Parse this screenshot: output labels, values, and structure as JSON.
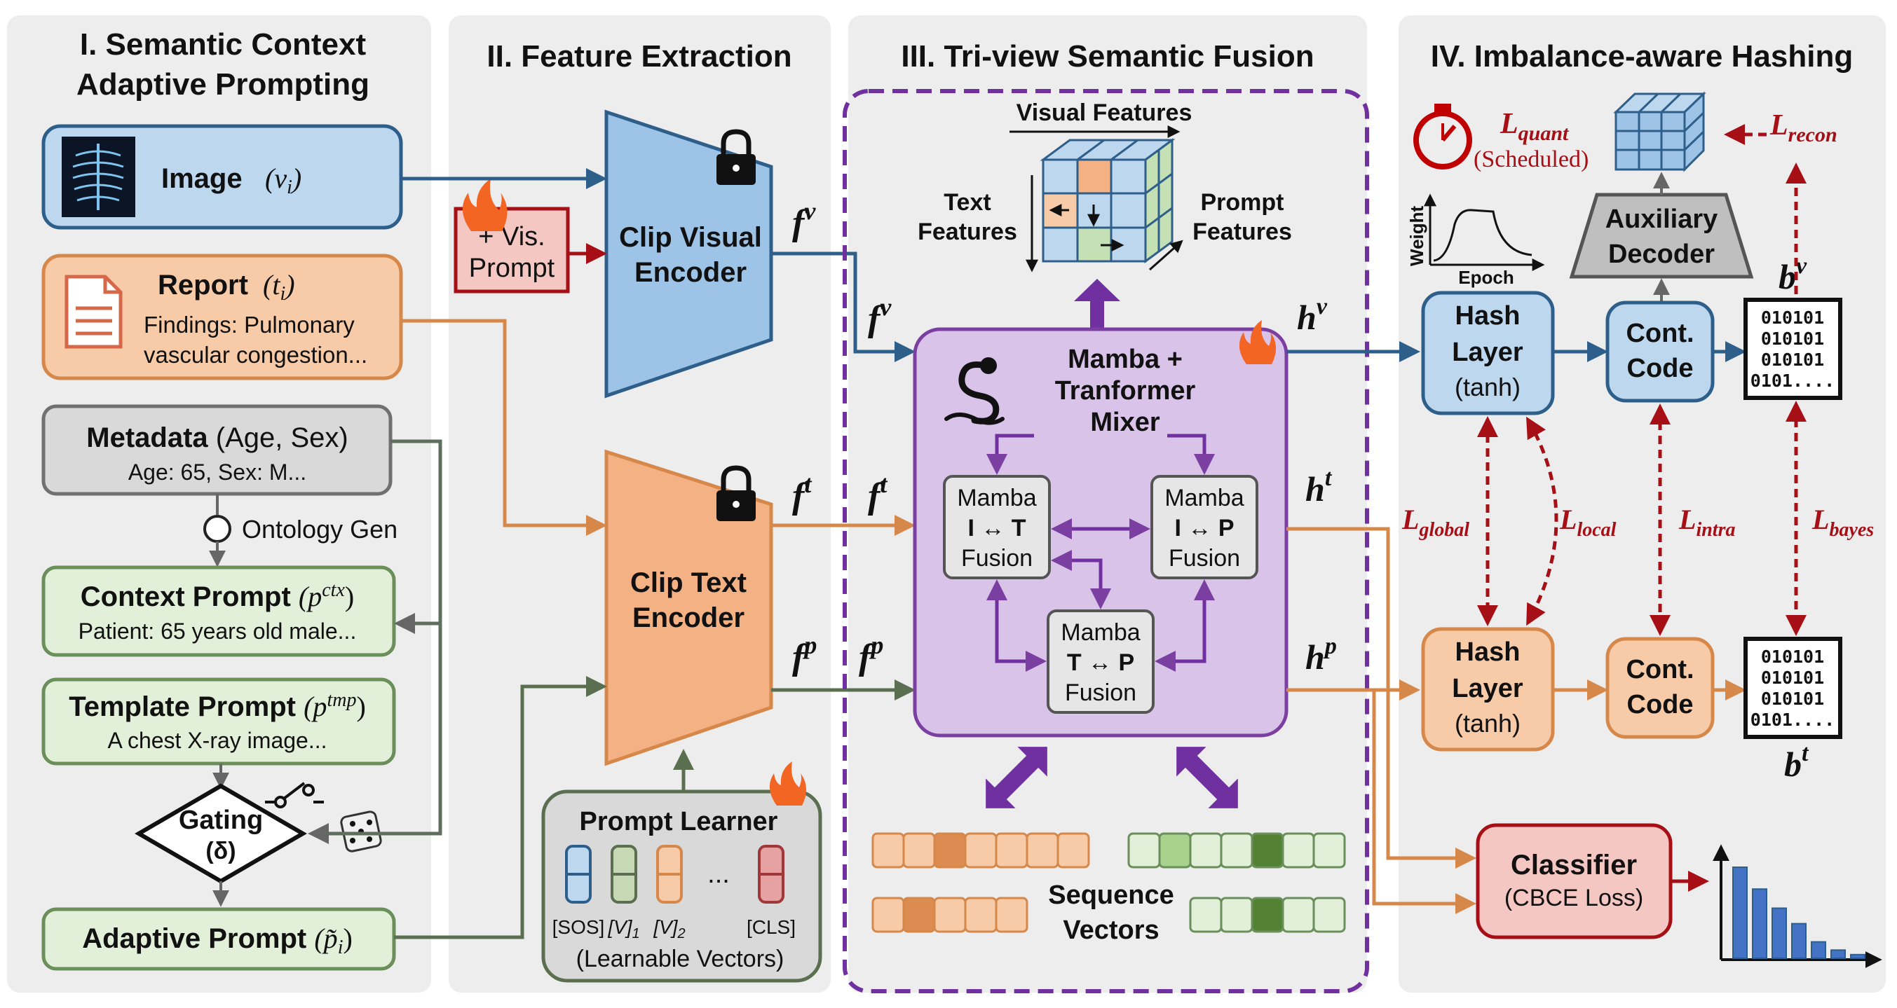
{
  "sections": {
    "s1_line1": "I. Semantic Context",
    "s1_line2": "Adaptive Prompting",
    "s2": "II. Feature Extraction",
    "s3": "III. Tri-view Semantic Fusion",
    "s4": "IV. Imbalance-aware Hashing"
  },
  "inputs": {
    "image_label": "Image",
    "image_sym": "(v",
    "image_sub": "i",
    "report_label": "Report",
    "report_sym": "(t",
    "report_sub": "i",
    "report_line1": "Findings: Pulmonary",
    "report_line2": "vascular congestion...",
    "meta_bold": "Metadata",
    "meta_rest": " (Age, Sex)",
    "meta_line2": "Age: 65, Sex: M...",
    "ontology": "Ontology Gen",
    "ctx_label": "Context Prompt",
    "ctx_sym": "(p",
    "ctx_sup": "ctx",
    "ctx_line2": "Patient: 65 years old male...",
    "tmp_label": "Template Prompt",
    "tmp_sym": "(p",
    "tmp_sup": "tmp",
    "tmp_line2": "A  chest X-ray image...",
    "gating_line1": "Gating",
    "gating_line2": "(δ)",
    "adaptive_label": "Adaptive Prompt",
    "adaptive_sym": "(p̃",
    "adaptive_sub": "i"
  },
  "extraction": {
    "vis_prompt_line1": "+ Vis.",
    "vis_prompt_line2": "Prompt",
    "visual_enc_line1": "Clip Visual",
    "visual_enc_line2": "Encoder",
    "text_enc_line1": "Clip Text",
    "text_enc_line2": "Encoder",
    "prompt_learner": "Prompt Learner",
    "pl_sos": "[SOS]",
    "pl_v1": "[V]",
    "pl_v1_sub": "1",
    "pl_v2": "[V]",
    "pl_v2_sub": "2",
    "pl_cls": "[CLS]",
    "pl_dots": "...",
    "pl_caption": "(Learnable Vectors)"
  },
  "features": {
    "f": "f",
    "v": "v",
    "t": "t",
    "p": "p",
    "h": "h"
  },
  "fusion": {
    "visual_features": "Visual Features",
    "text_features_line1": "Text",
    "text_features_line2": "Features",
    "prompt_features_line1": "Prompt",
    "prompt_features_line2": "Features",
    "mixer_line1": "Mamba +",
    "mixer_line2": "Tranformer",
    "mixer_line3": "Mixer",
    "mamba_it_line1": "Mamba",
    "mamba_it_line2": "I ↔ T",
    "mamba_it_line3": "Fusion",
    "mamba_ip_line1": "Mamba",
    "mamba_ip_line2": "I ↔ P",
    "mamba_ip_line3": "Fusion",
    "mamba_tp_line1": "Mamba",
    "mamba_tp_line2": "T ↔ P",
    "mamba_tp_line3": "Fusion",
    "seq_line1": "Sequence",
    "seq_line2": "Vectors"
  },
  "hashing": {
    "l_quant": "L",
    "l_quant_sub": "quant",
    "scheduled": "(Scheduled)",
    "l_recon": "L",
    "l_recon_sub": "recon",
    "weight": "Weight",
    "epoch": "Epoch",
    "decoder_line1": "Auxiliary",
    "decoder_line2": "Decoder",
    "hash_line1": "Hash",
    "hash_line2": "Layer",
    "hash_line3": "(tanh)",
    "cont_line1": "Cont.",
    "cont_line2": "Code",
    "code_row1": "010101",
    "code_row2": "010101",
    "code_row3": "010101",
    "code_row4": "0101....",
    "b": "b",
    "l_global": "L",
    "l_global_sub": "global",
    "l_local": "L",
    "l_local_sub": "local",
    "l_intra": "L",
    "l_intra_sub": "intra",
    "l_bayes": "L",
    "l_bayes_sub": "bayes",
    "classifier_line1": "Classifier",
    "classifier_line2": "(CBCE Loss)"
  },
  "chart_data": {
    "type": "bar",
    "values": [
      100,
      76,
      55,
      38,
      18,
      9,
      4
    ]
  },
  "colors": {
    "blue_fill": "#bdd7ee",
    "blue_stroke": "#2e5f8a",
    "orange_fill": "#f8cba8",
    "orange_stroke": "#d6884a",
    "green_fill": "#e2efd9",
    "green_stroke": "#6a8f5a",
    "purple_fill": "#d9c3e9",
    "purple_stroke": "#7a3fa0",
    "red": "#a50f15",
    "red_fill": "#f4c7c3"
  }
}
